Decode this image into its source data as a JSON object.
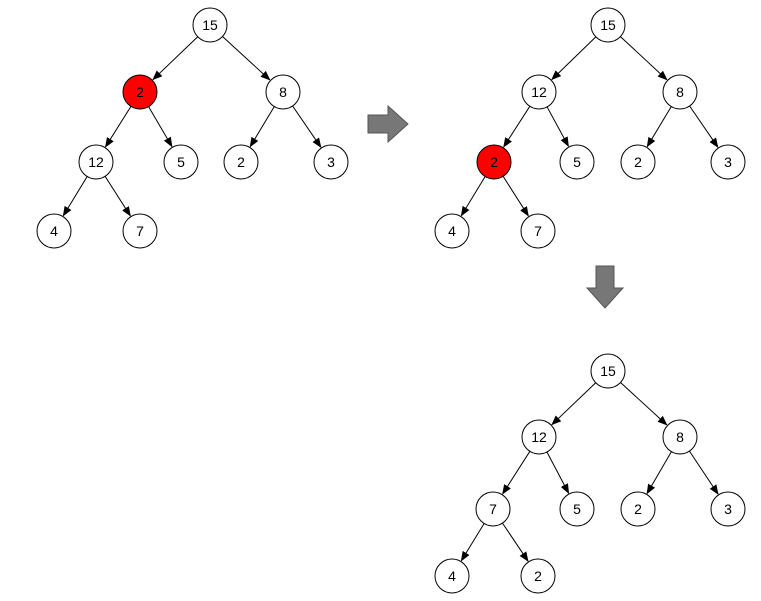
{
  "colors": {
    "highlight": "#ff0000",
    "node_fill": "#ffffff",
    "stroke": "#000000",
    "arrow_fill": "#777777",
    "arrow_stroke": "#555555"
  },
  "trees": [
    {
      "id": "tree-1",
      "nodes": [
        {
          "id": "a",
          "label": "15"
        },
        {
          "id": "b",
          "label": "2",
          "highlight": true
        },
        {
          "id": "c",
          "label": "8"
        },
        {
          "id": "d",
          "label": "12"
        },
        {
          "id": "e",
          "label": "5"
        },
        {
          "id": "f",
          "label": "2"
        },
        {
          "id": "g",
          "label": "3"
        },
        {
          "id": "h",
          "label": "4"
        },
        {
          "id": "i",
          "label": "7"
        }
      ],
      "edges": [
        [
          "a",
          "b"
        ],
        [
          "a",
          "c"
        ],
        [
          "b",
          "d"
        ],
        [
          "b",
          "e"
        ],
        [
          "c",
          "f"
        ],
        [
          "c",
          "g"
        ],
        [
          "d",
          "h"
        ],
        [
          "d",
          "i"
        ]
      ]
    },
    {
      "id": "tree-2",
      "nodes": [
        {
          "id": "a",
          "label": "15"
        },
        {
          "id": "b",
          "label": "12"
        },
        {
          "id": "c",
          "label": "8"
        },
        {
          "id": "d",
          "label": "2",
          "highlight": true
        },
        {
          "id": "e",
          "label": "5"
        },
        {
          "id": "f",
          "label": "2"
        },
        {
          "id": "g",
          "label": "3"
        },
        {
          "id": "h",
          "label": "4"
        },
        {
          "id": "i",
          "label": "7"
        }
      ],
      "edges": [
        [
          "a",
          "b"
        ],
        [
          "a",
          "c"
        ],
        [
          "b",
          "d"
        ],
        [
          "b",
          "e"
        ],
        [
          "c",
          "f"
        ],
        [
          "c",
          "g"
        ],
        [
          "d",
          "h"
        ],
        [
          "d",
          "i"
        ]
      ]
    },
    {
      "id": "tree-3",
      "nodes": [
        {
          "id": "a",
          "label": "15"
        },
        {
          "id": "b",
          "label": "12"
        },
        {
          "id": "c",
          "label": "8"
        },
        {
          "id": "d",
          "label": "7"
        },
        {
          "id": "e",
          "label": "5"
        },
        {
          "id": "f",
          "label": "2"
        },
        {
          "id": "g",
          "label": "3"
        },
        {
          "id": "h",
          "label": "4"
        },
        {
          "id": "i",
          "label": "2"
        }
      ],
      "edges": [
        [
          "a",
          "b"
        ],
        [
          "a",
          "c"
        ],
        [
          "b",
          "d"
        ],
        [
          "b",
          "e"
        ],
        [
          "c",
          "f"
        ],
        [
          "c",
          "g"
        ],
        [
          "d",
          "h"
        ],
        [
          "d",
          "i"
        ]
      ]
    }
  ],
  "transition_arrows": [
    {
      "id": "arrow-right",
      "direction": "right"
    },
    {
      "id": "arrow-down",
      "direction": "down"
    }
  ]
}
